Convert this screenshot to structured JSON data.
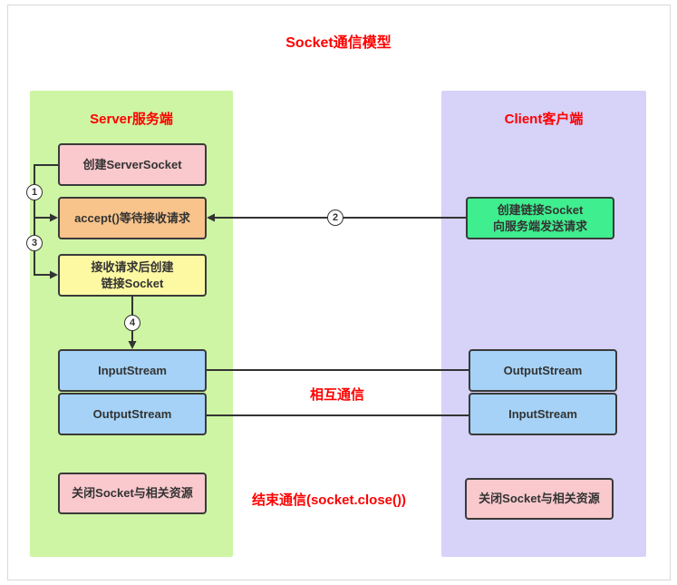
{
  "title": "Socket通信模型",
  "server": {
    "title": "Server服务端",
    "create_label": "创建ServerSocket",
    "accept_label": "accept()等待接收请求",
    "receive_line1": "接收请求后创建",
    "receive_line2": "链接Socket",
    "input_label": "InputStream",
    "output_label": "OutputStream",
    "close_label": "关闭Socket与相关资源"
  },
  "client": {
    "title": "Client客户端",
    "create_line1": "创建链接Socket",
    "create_line2": "向服务端发送请求",
    "output_label": "OutputStream",
    "input_label": "InputStream",
    "close_label": "关闭Socket与相关资源"
  },
  "steps": {
    "s1": "1",
    "s2": "2",
    "s3": "3",
    "s4": "4"
  },
  "labels": {
    "mutual": "相互通信",
    "end": "结束通信(socket.close())"
  },
  "colors": {
    "red_text": "#fe0000",
    "server_panel": "#cdf5a3",
    "client_panel": "#d6d2f8",
    "pink_box": "#f9c9cd",
    "orange_box": "#f8c48b",
    "yellow_box": "#fdf9a3",
    "blue_box": "#a5d2f6",
    "green_box": "#3fee8e",
    "line": "#333333"
  }
}
